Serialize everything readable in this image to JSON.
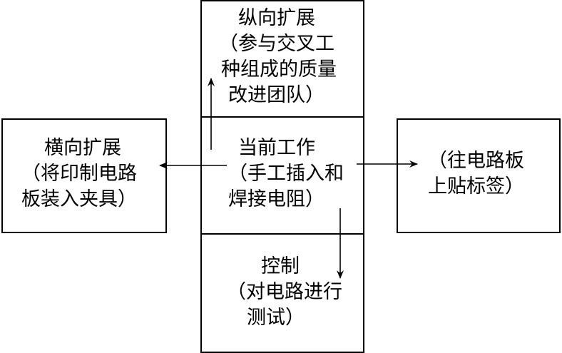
{
  "diagram": {
    "center": {
      "lines": [
        "当前工作",
        "（手工插入和",
        "焊接电阻）"
      ]
    },
    "top": {
      "lines": [
        "纵向扩展",
        "（参与交叉工",
        "种组成的质量",
        "改进团队）"
      ]
    },
    "left": {
      "lines": [
        "横向扩展",
        "（将印制电路",
        "板装入夹具）"
      ]
    },
    "right": {
      "lines": [
        "（往电路板",
        "上贴标签）"
      ]
    },
    "bottom": {
      "lines": [
        "控制",
        "（对电路进行",
        "测试）"
      ]
    }
  }
}
